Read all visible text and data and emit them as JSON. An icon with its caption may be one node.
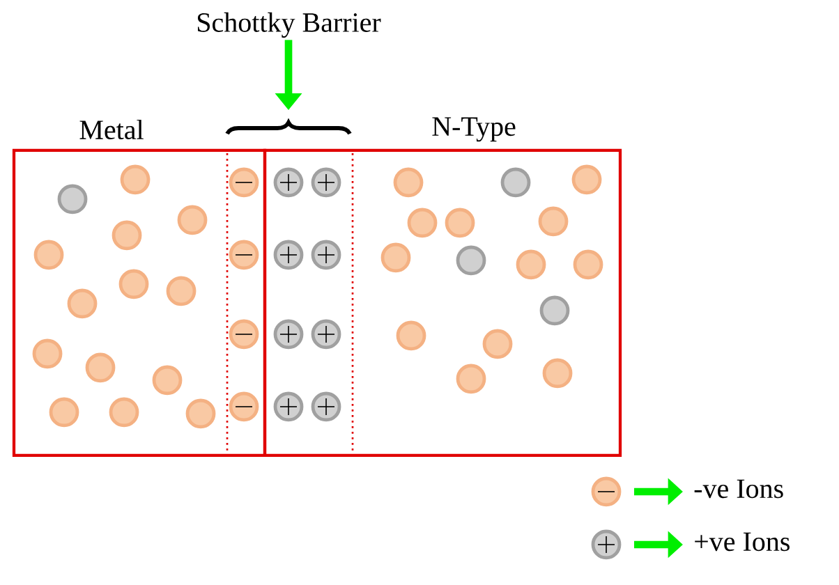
{
  "diagram": {
    "nodes": [
      {
        "text": [
          "Metal"
        ]
      },
      {
        "text": [
          "N-Type"
        ]
      },
      {
        "text": [
          "Schottky Barrier"
        ]
      },
      {
        "text": [],
        "shape": "brace"
      }
    ],
    "edges": [
      {
        "from": 2,
        "to": 3,
        "arrow": "to",
        "color": "#00ee00"
      }
    ],
    "legend": [
      {
        "text": "-ve Ions"
      },
      {
        "text": "+ve Ions"
      }
    ]
  }
}
